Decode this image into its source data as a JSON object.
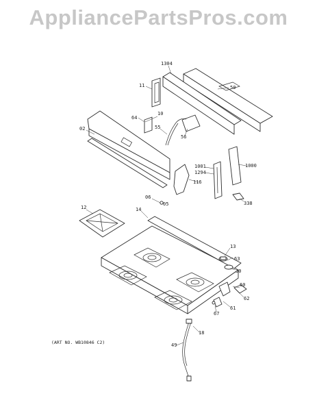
{
  "watermark": "AppliancePartsPros.com",
  "part_labels": {
    "l1304": "1304",
    "l11": "11",
    "l50": "50",
    "l10": "10",
    "l64": "64",
    "l55": "55",
    "l02": "02",
    "l56": "56",
    "l06": "06",
    "l1001": "1001",
    "l1294": "1294",
    "l116": "116",
    "l1000": "1000",
    "l338": "338",
    "l05": "05",
    "l12": "12",
    "l14": "14",
    "l13": "13",
    "l63": "63",
    "l30": "30",
    "l60": "60",
    "l61": "61",
    "l62": "62",
    "l67": "67",
    "l18": "18",
    "l49": "49"
  },
  "footer_note": "(ART NO. WB10846 C2)"
}
